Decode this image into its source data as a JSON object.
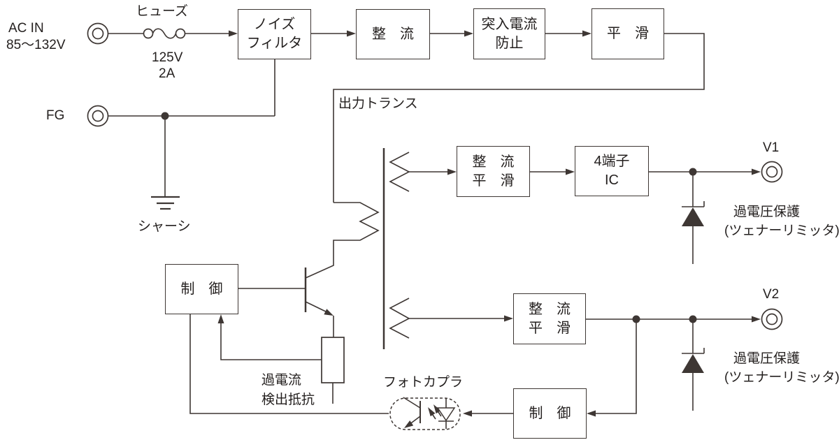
{
  "colors": {
    "line": "#3e3734",
    "text": "#231f1e",
    "background": "#ffffff"
  },
  "input": {
    "ac_label_line1": "AC IN",
    "ac_label_line2": "85～132V",
    "fuse_label": "ヒューズ",
    "fuse_voltage": "125V",
    "fuse_current": "2A",
    "fg_label": "FG",
    "chassis_label": "シャーシ"
  },
  "blocks": {
    "noise_filter": [
      "ノイズ",
      "フィルタ"
    ],
    "rectifier": [
      "整　流"
    ],
    "inrush_protect": [
      "突入電流",
      "防止"
    ],
    "smoothing": [
      "平　滑"
    ],
    "rect_smooth_v1": [
      "整　流",
      "平　滑"
    ],
    "four_terminal_ic": [
      "4端子",
      "IC"
    ],
    "rect_smooth_v2": [
      "整　流",
      "平　滑"
    ],
    "control_primary": [
      "制　御"
    ],
    "control_secondary": [
      "制　御"
    ]
  },
  "labels": {
    "output_transformer": "出力トランス",
    "v1": "V1",
    "v2": "V2",
    "ovp_v1": [
      "過電圧保護",
      "(ツェナーリミッタ)"
    ],
    "ovp_v2": [
      "過電圧保護",
      "(ツェナーリミッタ)"
    ],
    "overcurrent_resistor": [
      "過電流",
      "検出抵抗"
    ],
    "photocoupler": "フォトカプラ"
  }
}
